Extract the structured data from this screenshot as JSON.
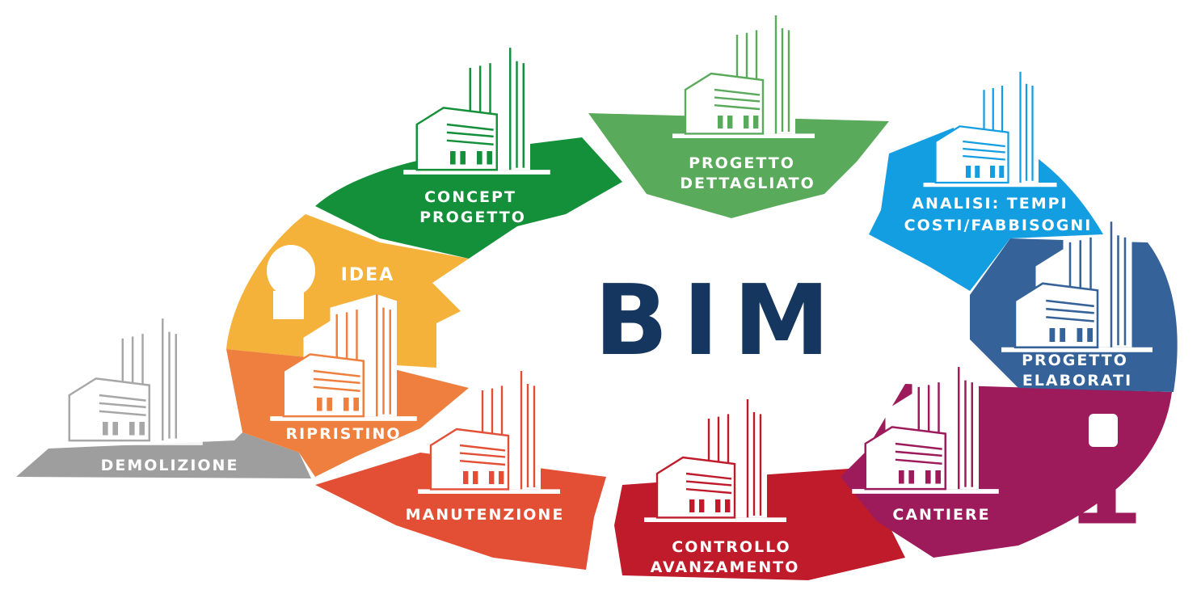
{
  "title": "BIM",
  "colors": {
    "bim": "#15365f",
    "concept": "#14903a",
    "dettagliato": "#5aaa5b",
    "analisi": "#139ee2",
    "elaborati": "#356399",
    "cantiere": "#9d1a5b",
    "controllo": "#c01b2a",
    "manutenzione": "#e34f34",
    "ripristino": "#ee7f3e",
    "idea": "#f5b23b",
    "demolizione": "#9e9e9e"
  },
  "segments": {
    "concept": {
      "line1": "CONCEPT",
      "line2": "PROGETTO",
      "icon": "building-icon"
    },
    "dettagliato": {
      "line1": "PROGETTO",
      "line2": "DETTAGLIATO",
      "icon": "building-icon"
    },
    "analisi": {
      "line1": "ANALISI: TEMPI",
      "line2": "COSTI/FABBISOGNI",
      "icon": "building-icon"
    },
    "elaborati": {
      "line1": "PROGETTO",
      "line2": "ELABORATI",
      "icon": "building-icon"
    },
    "cantiere": {
      "line1": "CANTIERE",
      "icon": "crane-icon"
    },
    "controllo": {
      "line1": "CONTROLLO",
      "line2": "AVANZAMENTO",
      "icon": "building-icon"
    },
    "manutenzione": {
      "line1": "MANUTENZIONE",
      "icon": "building-icon"
    },
    "ripristino": {
      "line1": "RIPRISTINO",
      "icon": "building-icon"
    },
    "idea": {
      "line1": "IDEA",
      "icon": "lightbulb-icon"
    },
    "demolizione": {
      "line1": "DEMOLIZIONE",
      "icon": "building-icon"
    }
  }
}
